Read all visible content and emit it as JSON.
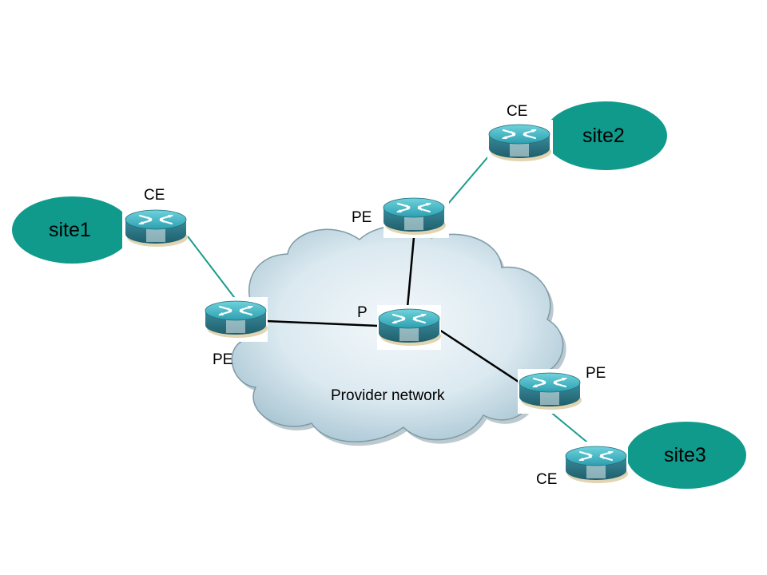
{
  "colors": {
    "site_fill": "#0f9a8c",
    "router_top": "#3fb7c4",
    "router_body": "#1b7f90",
    "link_ce": "#1a9c8e",
    "link_core": "#000000",
    "cloud_fill": "#cfe3ec"
  },
  "cloud": {
    "label": "Provider network"
  },
  "sites": [
    {
      "id": "site1",
      "label": "site1"
    },
    {
      "id": "site2",
      "label": "site2"
    },
    {
      "id": "site3",
      "label": "site3"
    }
  ],
  "routers": [
    {
      "id": "ce1",
      "label": "CE"
    },
    {
      "id": "ce2",
      "label": "CE"
    },
    {
      "id": "ce3",
      "label": "CE"
    },
    {
      "id": "pe1",
      "label": "PE"
    },
    {
      "id": "pe2",
      "label": "PE"
    },
    {
      "id": "pe3",
      "label": "PE"
    },
    {
      "id": "p",
      "label": "P"
    }
  ],
  "router_icon": "router-icon"
}
